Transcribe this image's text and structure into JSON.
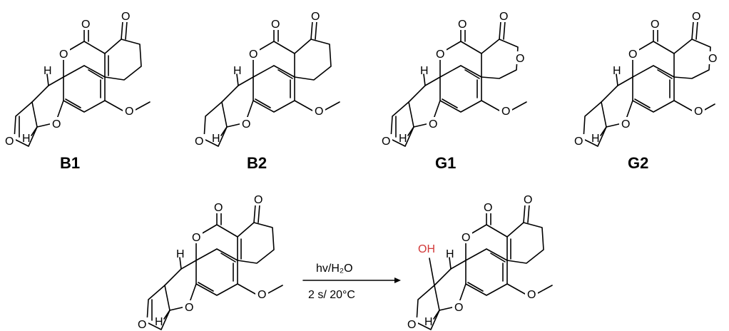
{
  "compounds": [
    {
      "label": "B1"
    },
    {
      "label": "B2"
    },
    {
      "label": "G1"
    },
    {
      "label": "G2"
    }
  ],
  "atoms": {
    "oxygen": "O",
    "hydrogen": "H",
    "hydroxyl": "OH"
  },
  "reaction": {
    "reagent": "hv/H₂O",
    "conditions": "2 s/ 20°C"
  },
  "colors": {
    "hydroxyl": "#d23a3a"
  }
}
